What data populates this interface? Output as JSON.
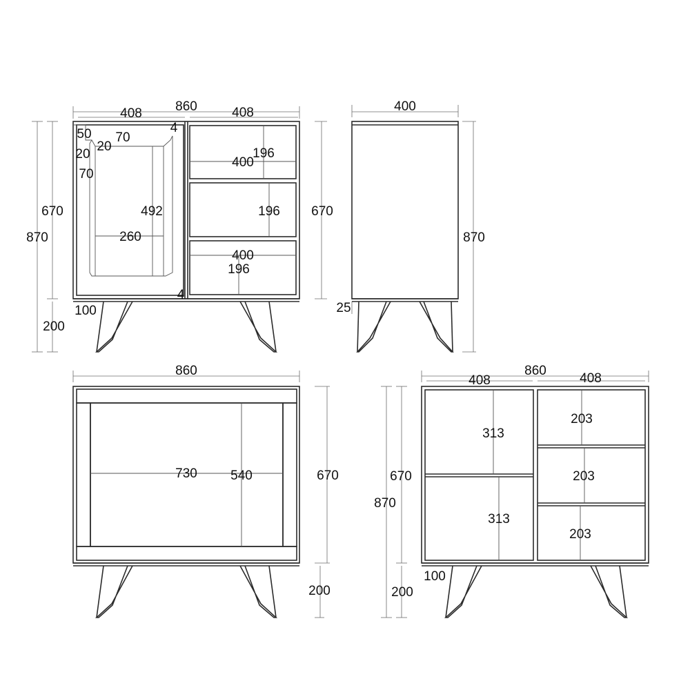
{
  "colors": {
    "line": "#2b2b2b",
    "dimension": "#6b6b6b",
    "text": "#111111",
    "background": "#ffffff"
  },
  "front_view": {
    "dims": {
      "total_width": "860",
      "left_width": "408",
      "right_width": "408",
      "top_offset": "50",
      "corner_a": "20",
      "corner_b": "20",
      "frame_top": "70",
      "frame_side": "70",
      "gap_top": "4",
      "gap_bottom": "4",
      "panel_height": "492",
      "panel_width": "260",
      "drawer1_width": "400",
      "drawer1_height": "196",
      "drawer2_height": "196",
      "drawer3_width": "400",
      "drawer3_height": "196",
      "body_height_left": "670",
      "total_height": "870",
      "leg_height": "200",
      "leg_offset": "100",
      "body_height_right": "670"
    }
  },
  "side_view": {
    "dims": {
      "depth": "400",
      "total_height": "870",
      "leg_inset": "25"
    }
  },
  "back_view": {
    "dims": {
      "total_width": "860",
      "inner_width": "730",
      "inner_height": "540",
      "body_height": "670",
      "leg_height": "200"
    }
  },
  "interior_view": {
    "dims": {
      "total_width": "860",
      "left_width": "408",
      "right_width": "408",
      "left_upper_height": "313",
      "left_lower_height": "313",
      "right_shelf1": "203",
      "right_shelf2": "203",
      "right_shelf3": "203",
      "body_height": "670",
      "total_height": "870",
      "leg_height": "200",
      "leg_offset": "100"
    }
  }
}
